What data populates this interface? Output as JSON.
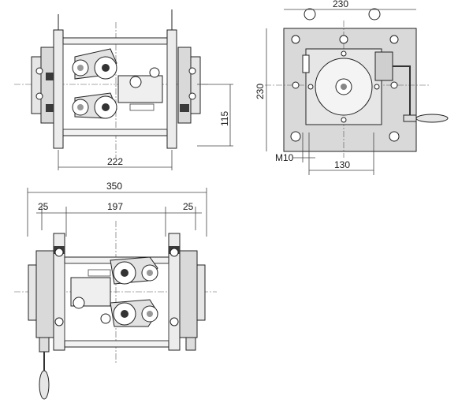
{
  "dimensions": {
    "side_width": "230",
    "side_height": "230",
    "thread": "M10",
    "bolt_spacing": "130",
    "top_height": "115",
    "top_width": "222",
    "overall_width": "350",
    "left_offset": "25",
    "middle_span": "197",
    "right_offset": "25"
  },
  "colors": {
    "line": "#222222",
    "plate": "#d9d9d9",
    "part_light": "#e6e6e6",
    "part_dark": "#3a3a3a",
    "background": "#ffffff"
  }
}
